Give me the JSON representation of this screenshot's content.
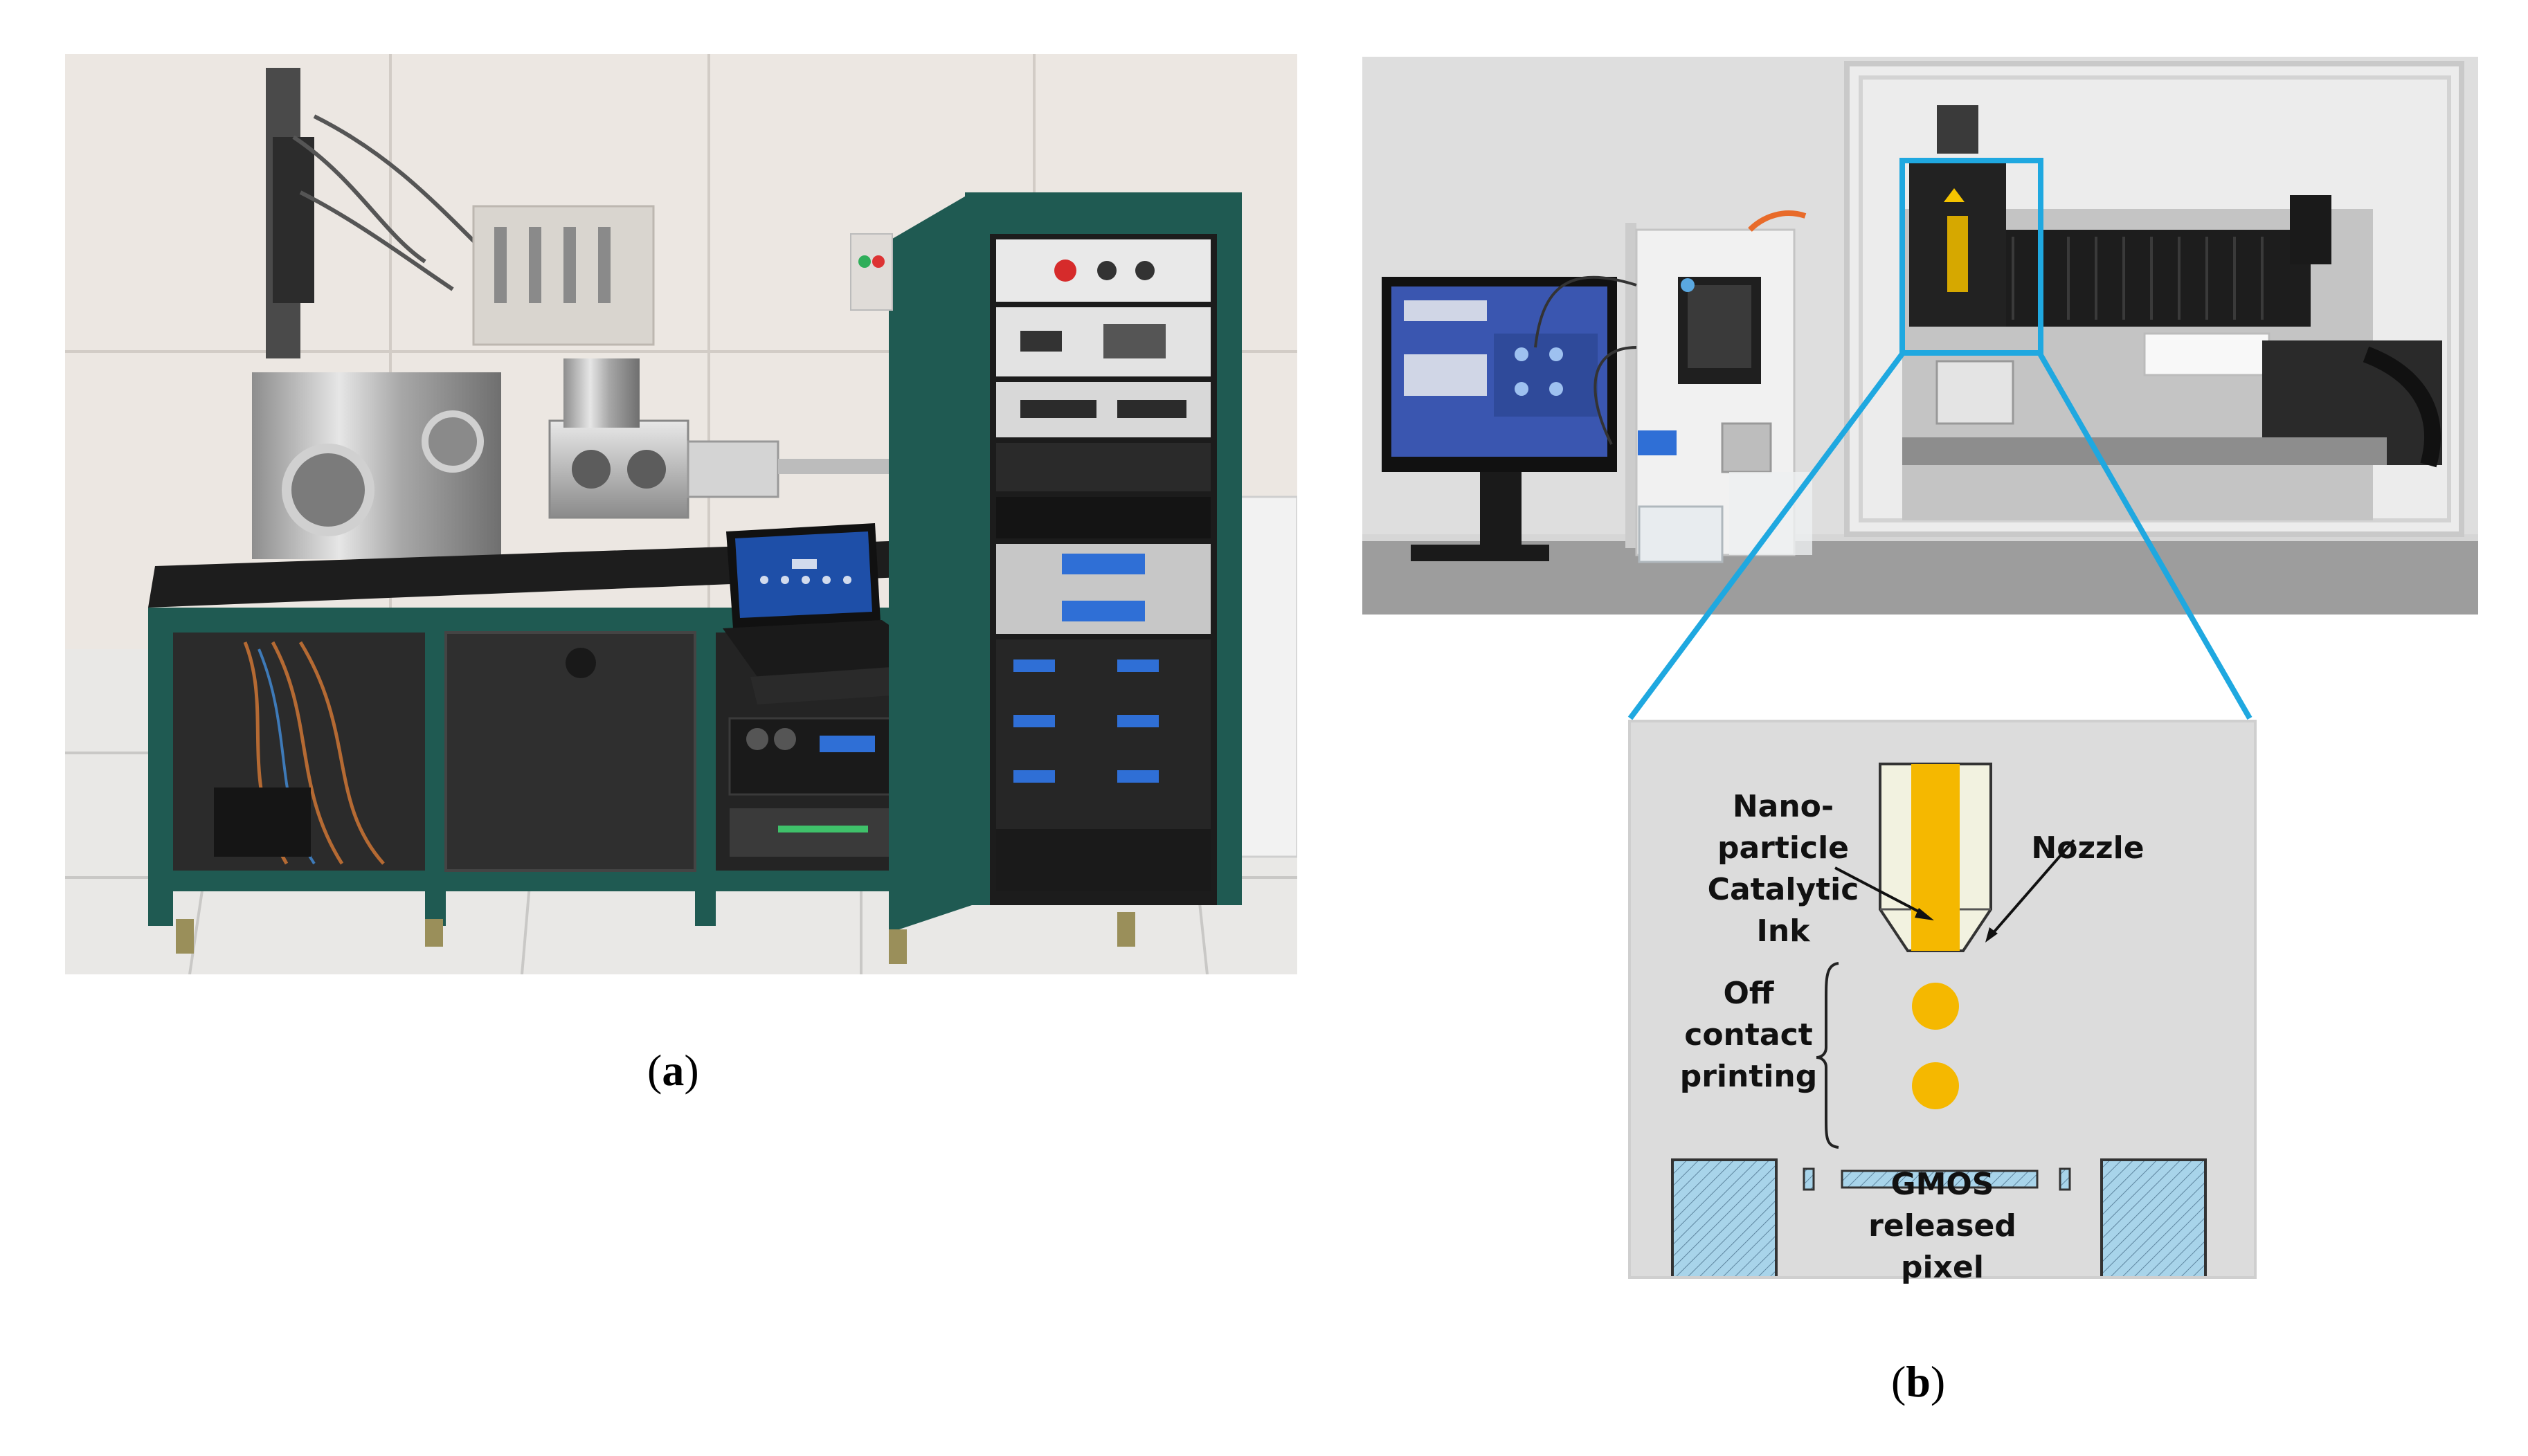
{
  "panel_a": {
    "caption_open": "(",
    "caption_letter": "a",
    "caption_close": ")",
    "description": "Photograph of a vacuum deposition system with rack-mounted controllers and laptop",
    "laptop_screen_color": "#1e4fa8",
    "frame_color": "#1f5a52"
  },
  "panel_b": {
    "caption_open": "(",
    "caption_letter": "b",
    "caption_close": ")",
    "photo_accent": "#1fa8e0",
    "inset": {
      "ink_label_line1": "Nano-",
      "ink_label_line2": "particle",
      "ink_label_line3": "Catalytic Ink",
      "nozzle_label": "Nozzle",
      "printing_label_line1": "Off",
      "printing_label_line2": "contact",
      "printing_label_line3": "printing",
      "pixel_label_line1": "GMOS",
      "pixel_label_line2": "released pixel",
      "ink_color": "#f5b800",
      "pixel_color": "#a8d4ea",
      "background_color": "#dcdcdc"
    }
  }
}
